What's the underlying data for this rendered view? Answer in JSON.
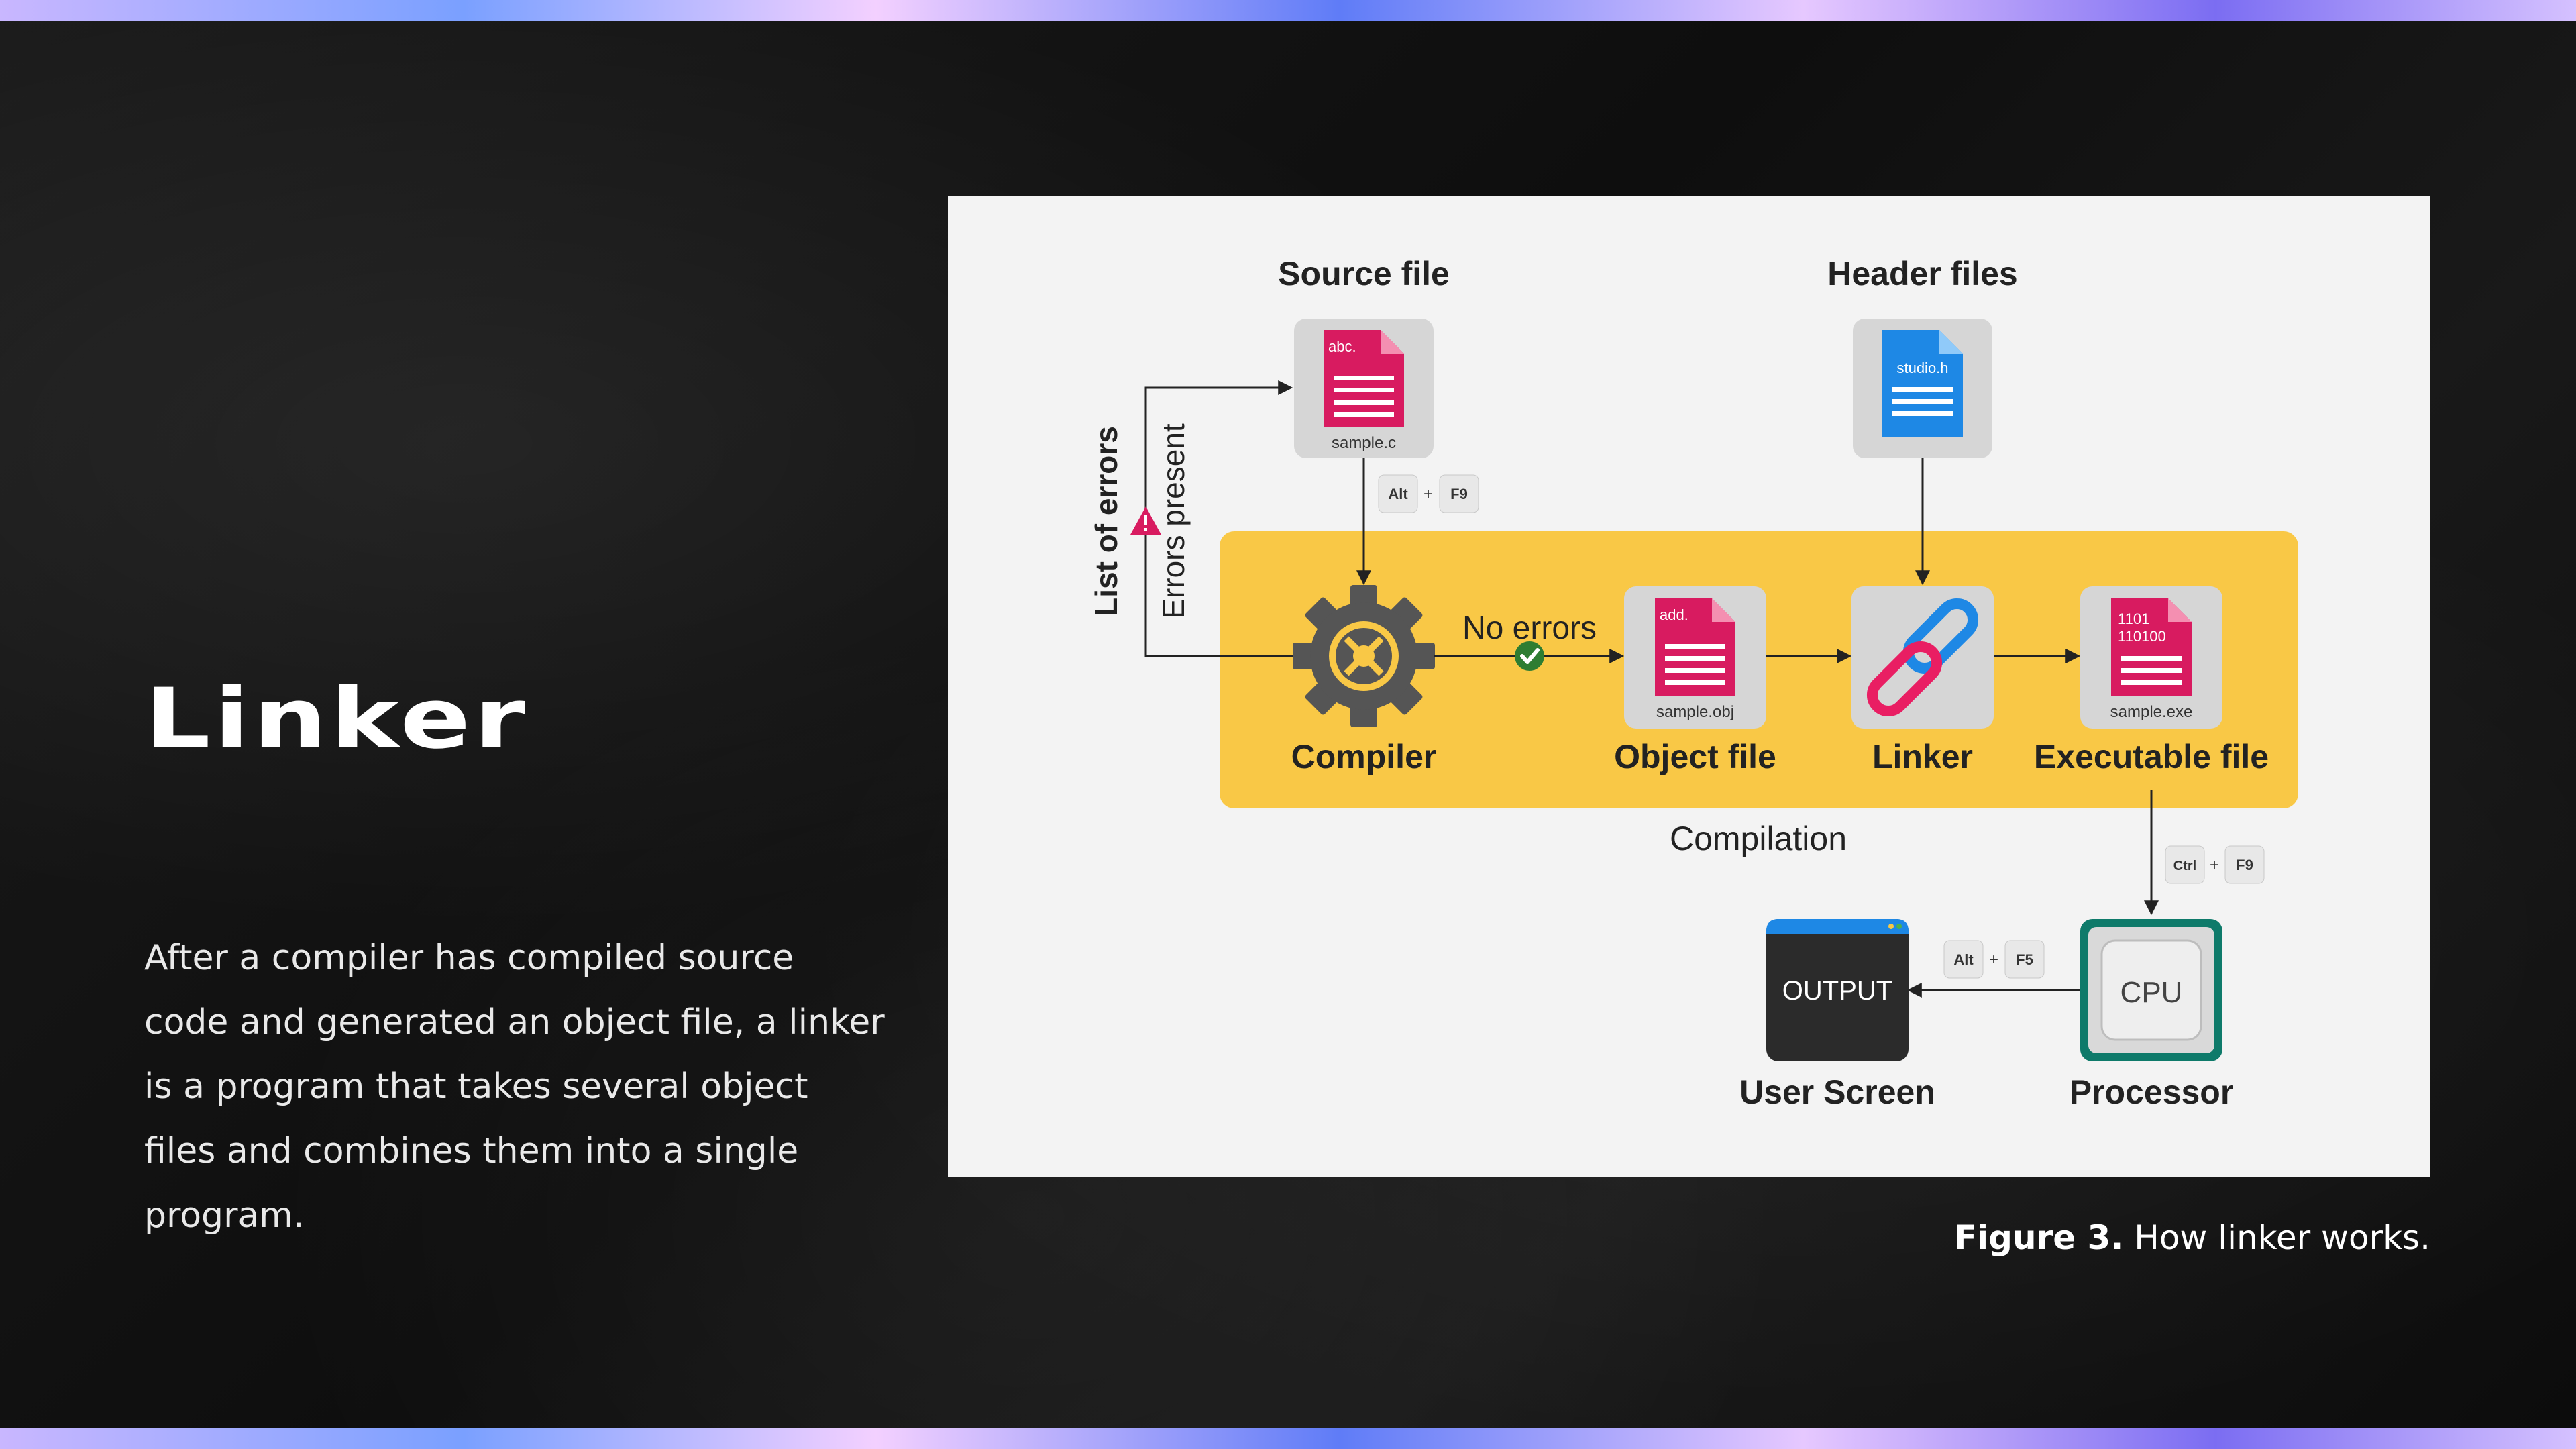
{
  "slide": {
    "title": "Linker",
    "body": "After a compiler has compiled source code and generated an object file, a linker is a program that takes several object files and combines them into a single program.",
    "caption_label": "Figure 3.",
    "caption_text": " How linker works."
  },
  "diagram": {
    "source_file": "Source file",
    "source_doc_label": "abc.",
    "source_filename": "sample.c",
    "header_files": "Header files",
    "header_doc_label": "studio.h",
    "list_of_errors": "List of errors",
    "errors_present": "Errors present",
    "key_alt": "Alt",
    "key_f9": "F9",
    "key_plus": "+",
    "no_errors": "No errors",
    "compiler": "Compiler",
    "object_file": "Object file",
    "object_doc_label": "add.",
    "object_filename": "sample.obj",
    "linker": "Linker",
    "executable_file": "Executable file",
    "exe_doc_line1": "1101",
    "exe_doc_line2": "110100",
    "exe_filename": "sample.exe",
    "compilation": "Compilation",
    "key_ctrl": "Ctrl",
    "key_f5": "F5",
    "output_text": "OUTPUT",
    "user_screen": "User Screen",
    "cpu_text": "CPU",
    "processor": "Processor"
  },
  "colors": {
    "compilation_band": "#f9c846",
    "document_pink": "#d81b60",
    "document_blue": "#1e88e5",
    "link_blue": "#1e88e5",
    "link_pink": "#e91e63",
    "gear_gray": "#555555",
    "check_green": "#2e7d32",
    "cpu_teal": "#0e7a6a",
    "screen_dark": "#2b2b2b"
  },
  "icons": [
    "document-icon",
    "gear-icon",
    "chain-link-icon",
    "warning-icon",
    "check-icon",
    "cpu-chip-icon",
    "screen-icon"
  ]
}
